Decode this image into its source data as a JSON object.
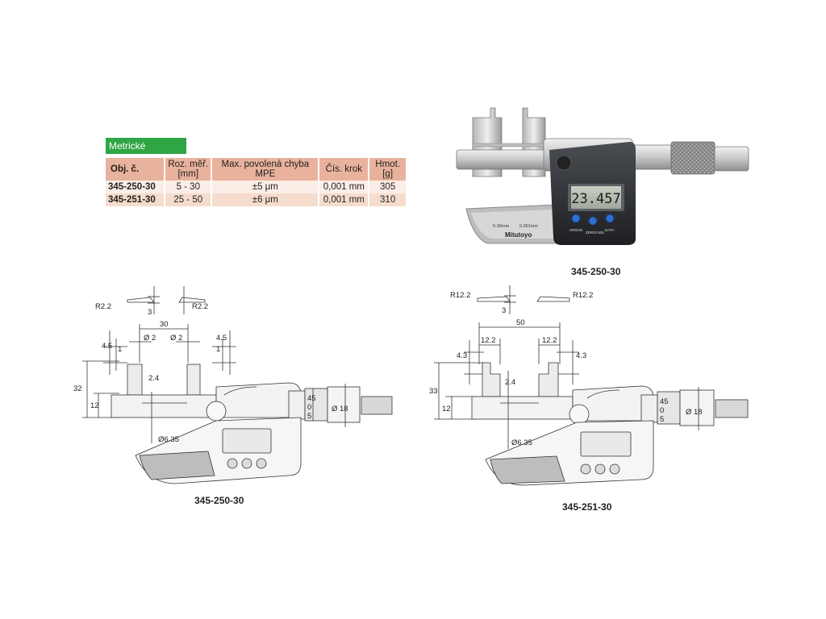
{
  "table": {
    "badge": "Metrické",
    "headers": {
      "code": "Obj. č.",
      "range_line1": "Roz. měř.",
      "range_line2": "[mm]",
      "mpe": "Max. povolená chyba MPE",
      "step": "Čís. krok",
      "mass_line1": "Hmot.",
      "mass_line2": "[g]"
    },
    "rows": [
      {
        "code": "345-250-30",
        "range": "5 - 30",
        "mpe": "±5 μm",
        "step": "0,001 mm",
        "mass": "305"
      },
      {
        "code": "345-251-30",
        "range": "25 - 50",
        "mpe": "±6 μm",
        "step": "0,001 mm",
        "mass": "310"
      }
    ]
  },
  "photo": {
    "caption": "345-250-30",
    "display": "23.457",
    "brand": "Mitutoyo",
    "range_print": "5-30mm",
    "resolution_print": "0.001mm",
    "button_labels": [
      "ORIGIN",
      "ZERO/ABS",
      "DATA"
    ]
  },
  "drawing_left": {
    "caption": "345-250-30",
    "radius_left": "R2.2",
    "radius_right": "R2.2",
    "tip_thickness": "3",
    "span": "30",
    "jaw_width_left": "Ø 2",
    "jaw_width_right": "Ø 2",
    "jaw_top_left": "4.5",
    "jaw_top_right": "4.5",
    "jaw_step_left": "1",
    "jaw_step_right": "1",
    "height": "32",
    "body_height": "12",
    "gap": "2.4",
    "spindle_diameter": "Ø6.35",
    "thimble_diameter": "Ø 18",
    "thimble_ticks": [
      "45",
      "0",
      "5"
    ]
  },
  "drawing_right": {
    "caption": "345-251-30",
    "radius_left": "R12.2",
    "radius_right": "R12.2",
    "tip_thickness": "3",
    "span": "50",
    "jaw_width_left": "12.2",
    "jaw_width_right": "12.2",
    "jaw_top_left": "4.3",
    "jaw_top_right": "4.3",
    "height": "33",
    "body_height": "12",
    "gap": "2.4",
    "spindle_diameter": "Ø6.35",
    "thimble_diameter": "Ø 18",
    "thimble_ticks": [
      "45",
      "0",
      "5"
    ]
  }
}
